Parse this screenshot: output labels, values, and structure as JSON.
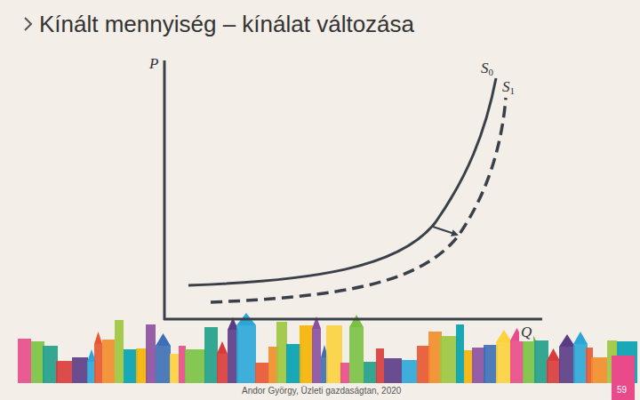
{
  "diagram": {
    "title": "Kínált mennyiség – kínálat változása",
    "labels": [
      "P",
      "S0",
      "S1",
      "Q",
      "Andor György, Üzleti gazdaságtan, 2020",
      "59"
    ]
  }
}
